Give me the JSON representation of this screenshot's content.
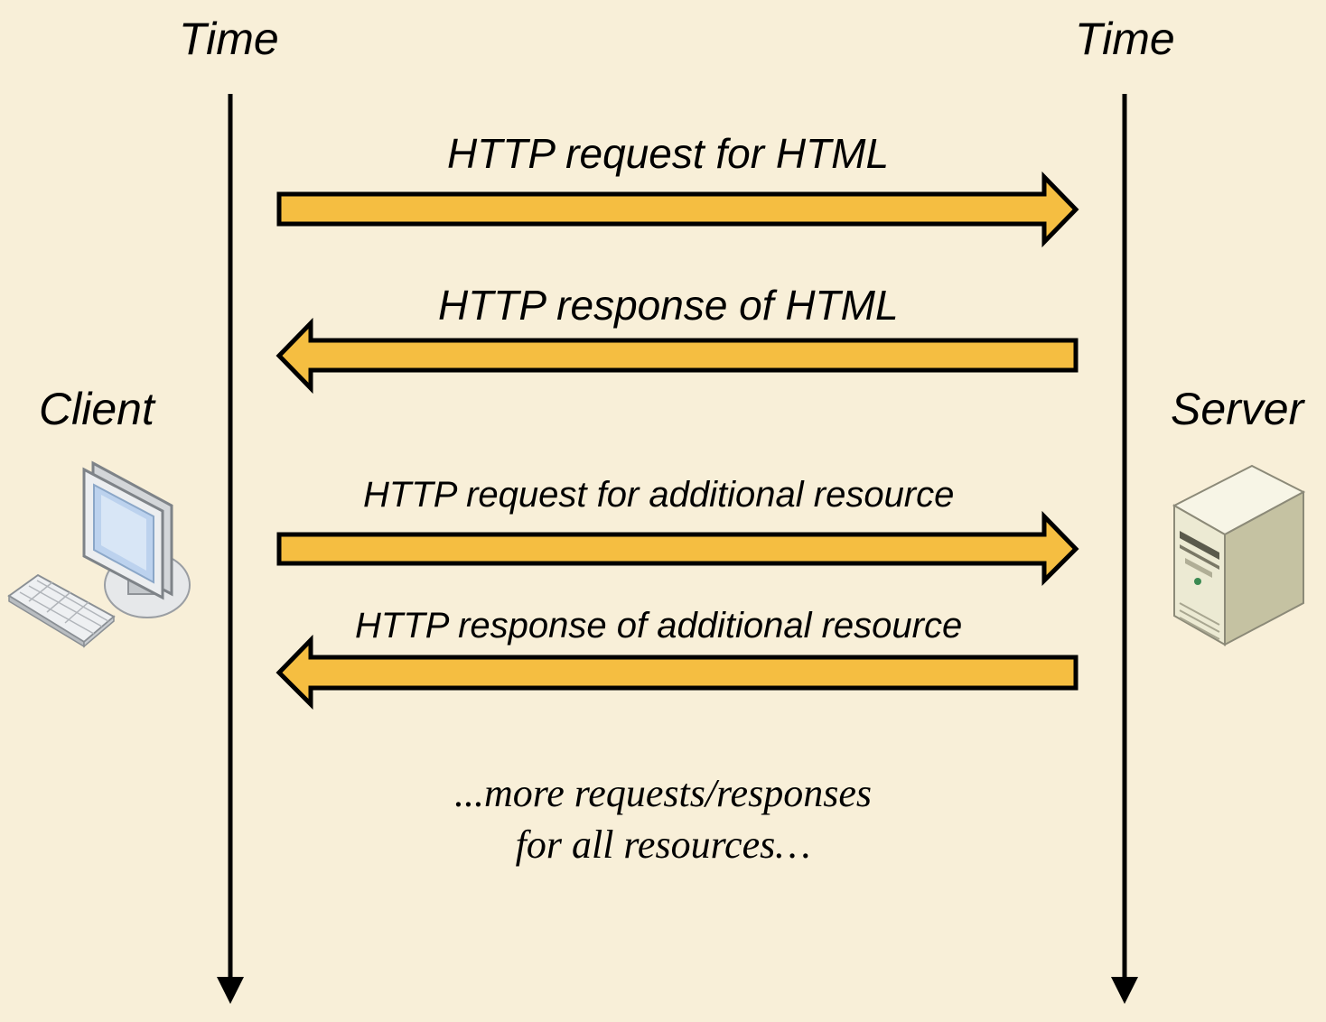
{
  "timeline": {
    "client_time_label": "Time",
    "server_time_label": "Time"
  },
  "actors": {
    "client_label": "Client",
    "server_label": "Server",
    "client_icon": "desktop-computer-icon",
    "server_icon": "server-tower-icon"
  },
  "messages": [
    {
      "label": "HTTP request for HTML",
      "direction": "client-to-server"
    },
    {
      "label": "HTTP response of HTML",
      "direction": "server-to-client"
    },
    {
      "label": "HTTP request for additional resource",
      "direction": "client-to-server"
    },
    {
      "label": "HTTP response of additional resource",
      "direction": "server-to-client"
    }
  ],
  "note": {
    "line1": "...more requests/responses",
    "line2": "for all resources…"
  },
  "colors": {
    "background": "#f8efd8",
    "arrow_fill": "#f5be41",
    "line": "#000000"
  }
}
